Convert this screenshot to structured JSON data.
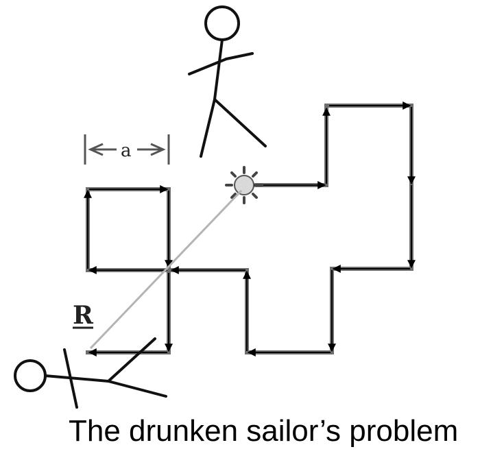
{
  "diagram": {
    "step_label": "a",
    "resultant_label": "R",
    "caption": "The drunken sailor’s problem"
  },
  "colors": {
    "walk_line": "#6e6e6e",
    "arrow": "#000000",
    "figure": "#111111",
    "resultant": "#b4b4b4"
  }
}
